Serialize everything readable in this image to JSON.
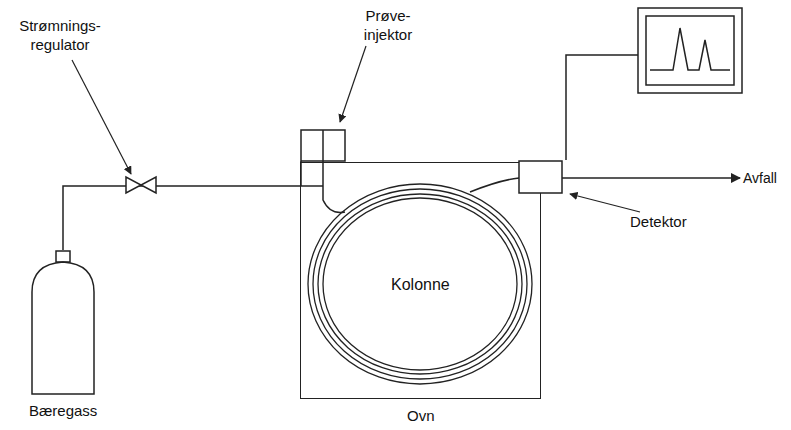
{
  "diagram": {
    "nodes": [
      {
        "text": [
          "Bæregass"
        ]
      },
      {
        "text": [
          "Ovn"
        ]
      },
      {
        "text": [
          "Kolonne"
        ],
        "in": 1
      }
    ],
    "edges": [
      {
        "from": 0,
        "to": 1,
        "arrow": "none"
      }
    ],
    "labels": [
      "Strømnings- regulator",
      "Prøve- injektor",
      "Detektor",
      "Avfall"
    ]
  }
}
